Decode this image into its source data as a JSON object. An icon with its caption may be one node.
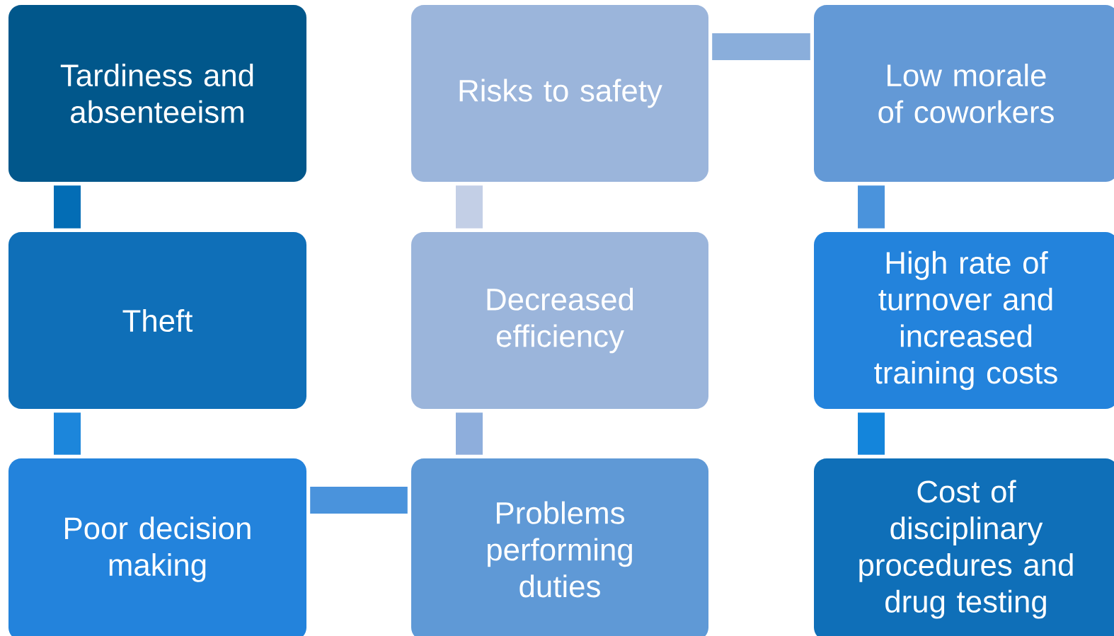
{
  "diagram": {
    "nodes": [
      {
        "text": [
          "Tardiness and absenteeism"
        ]
      },
      {
        "text": [
          "Theft"
        ]
      },
      {
        "text": [
          "Poor decision making"
        ]
      },
      {
        "text": [
          "Problems performing duties"
        ]
      },
      {
        "text": [
          "Decreased efficiency"
        ]
      },
      {
        "text": [
          "Risks to safety"
        ]
      },
      {
        "text": [
          "Low morale of coworkers"
        ]
      },
      {
        "text": [
          "High rate of turnover and increased training costs"
        ]
      },
      {
        "text": [
          "Cost of disciplinary procedures and drug testing"
        ]
      }
    ],
    "edges": [
      {
        "from": 0,
        "to": 1,
        "arrow": "none",
        "color": "#036db5"
      },
      {
        "from": 1,
        "to": 2,
        "arrow": "none",
        "color": "#1c86db"
      },
      {
        "from": 2,
        "to": 3,
        "arrow": "none",
        "color": "#4a93dc"
      },
      {
        "from": 3,
        "to": 4,
        "arrow": "none",
        "color": "#8eaedc"
      },
      {
        "from": 4,
        "to": 5,
        "arrow": "none",
        "color": "#c3cfe6"
      },
      {
        "from": 5,
        "to": 6,
        "arrow": "none",
        "color": "#8aaedb"
      },
      {
        "from": 6,
        "to": 7,
        "arrow": "none",
        "color": "#4a93dc"
      },
      {
        "from": 7,
        "to": 8,
        "arrow": "none",
        "color": "#1485db"
      }
    ]
  }
}
